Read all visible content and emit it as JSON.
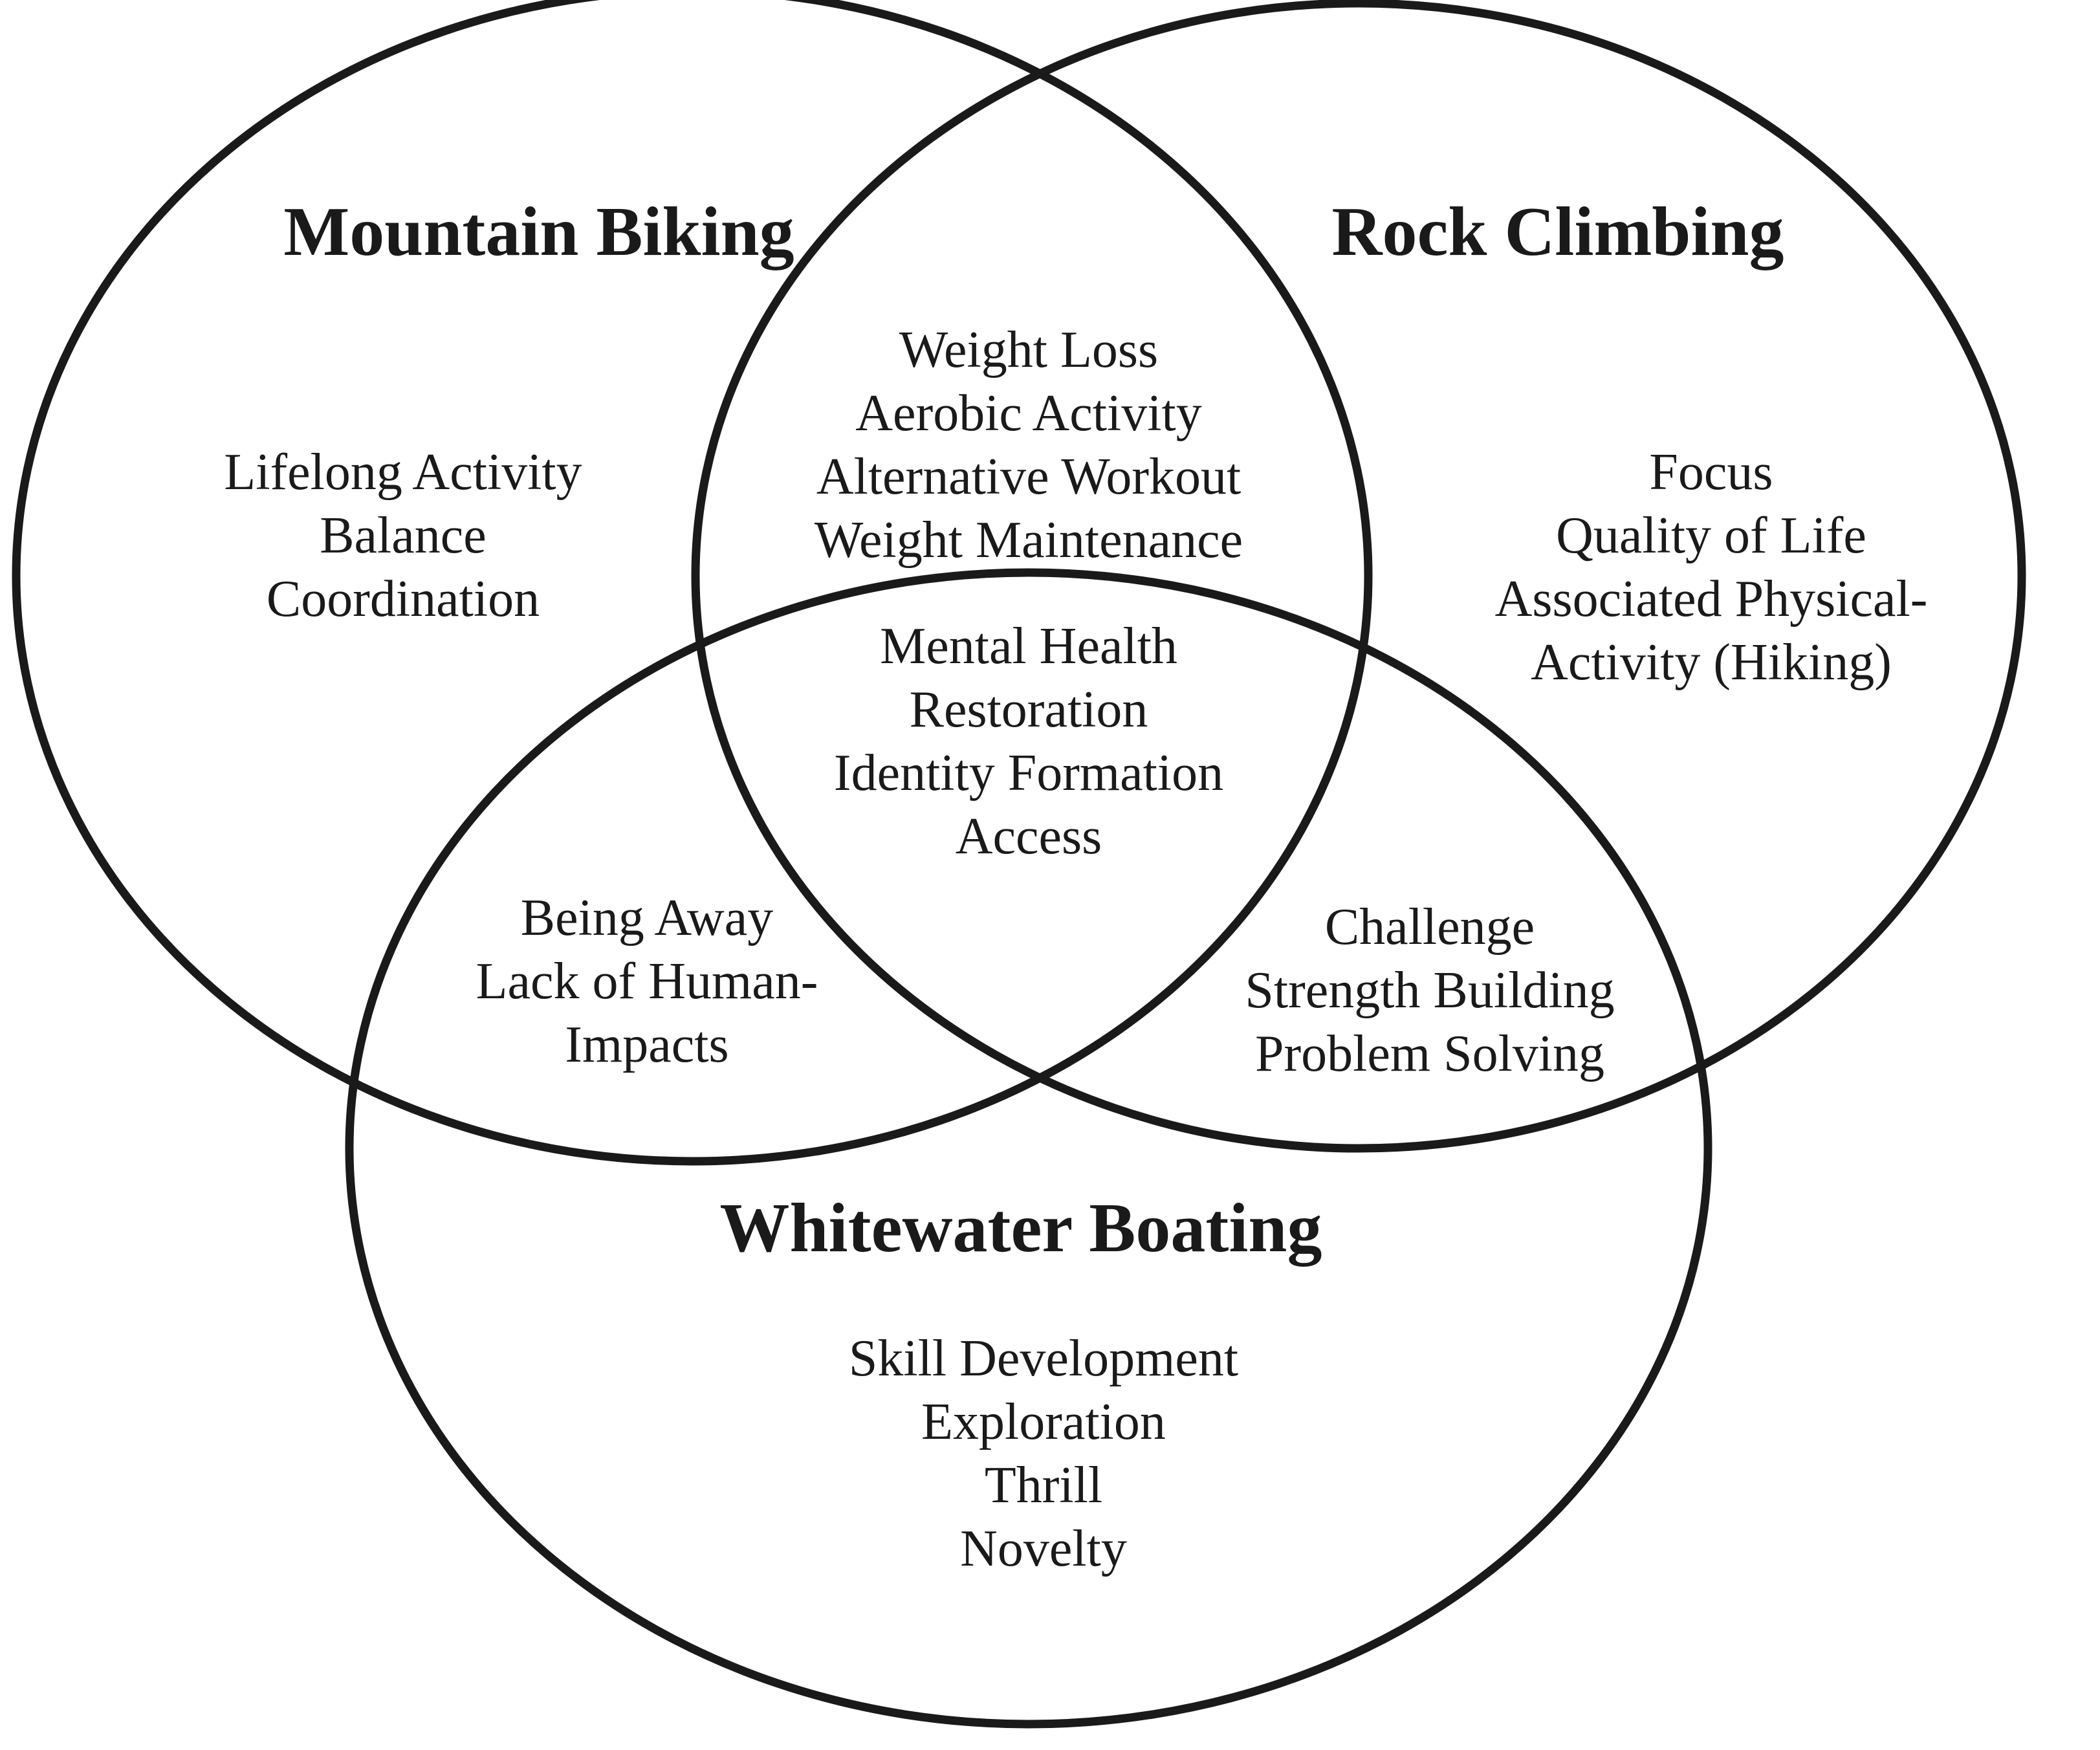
{
  "sets": {
    "mountain_biking": {
      "title": "Mountain Biking",
      "items": [
        "Lifelong Activity",
        "Balance",
        "Coordination"
      ]
    },
    "rock_climbing": {
      "title": "Rock Climbing",
      "items": [
        "Focus",
        "Quality of Life",
        "Associated Physical-",
        "Activity (Hiking)"
      ]
    },
    "whitewater_boating": {
      "title": "Whitewater Boating",
      "items": [
        "Skill Development",
        "Exploration",
        "Thrill",
        "Novelty"
      ]
    }
  },
  "overlaps": {
    "biking_climbing": [
      "Weight Loss",
      "Aerobic Activity",
      "Alternative Workout",
      "Weight Maintenance"
    ],
    "all_three": [
      "Mental Health",
      "Restoration",
      "Identity Formation",
      "Access"
    ],
    "biking_boating": [
      "Being Away",
      "Lack of Human-",
      "Impacts"
    ],
    "climbing_boating": [
      "Challenge",
      "Strength Building",
      "Problem Solving"
    ]
  }
}
